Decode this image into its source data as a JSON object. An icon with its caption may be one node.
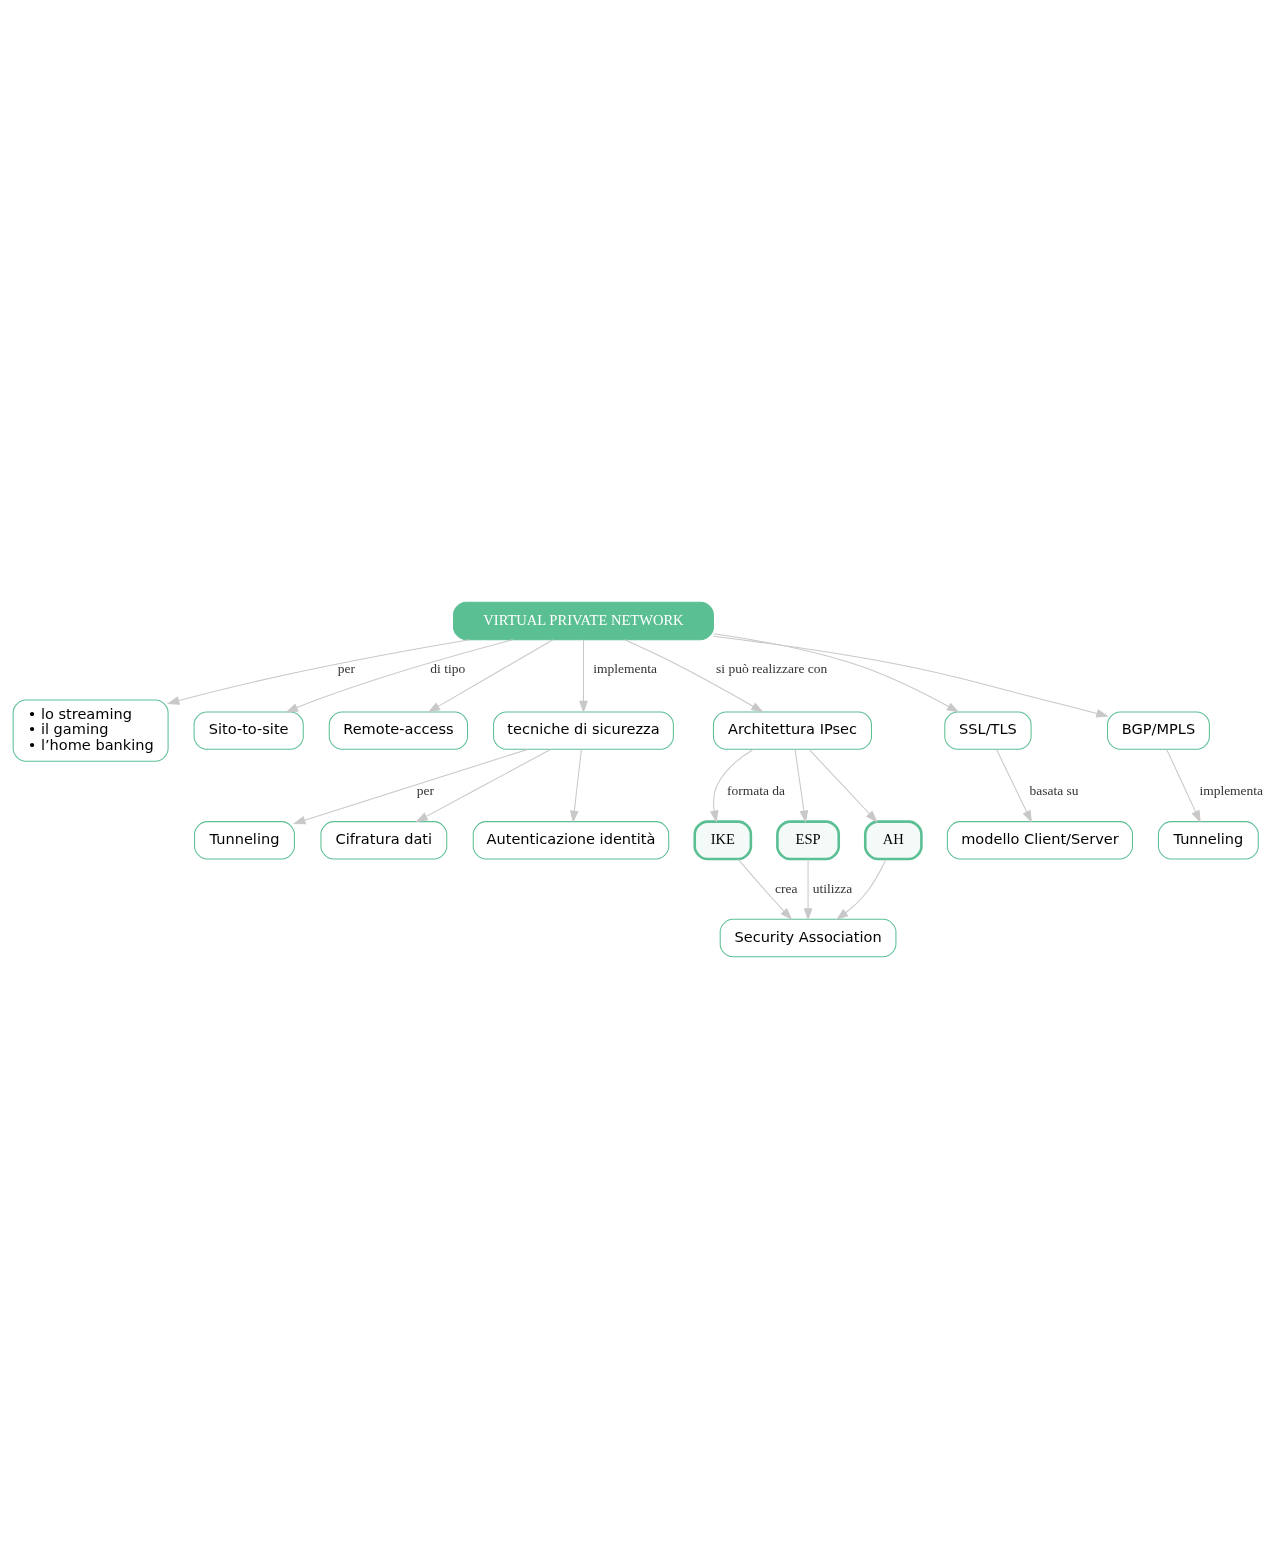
{
  "diagram": {
    "nodes": [
      {
        "text": [
          "VIRTUAL PRIVATE NETWORK"
        ]
      },
      {
        "text": [
          "• lo streaming",
          "• il gaming",
          "• l’home banking"
        ]
      },
      {
        "text": [
          "Sito-to-site"
        ]
      },
      {
        "text": [
          "Remote-access"
        ]
      },
      {
        "text": [
          "tecniche di sicurezza"
        ]
      },
      {
        "text": [
          "Tunneling"
        ]
      },
      {
        "text": [
          "Cifratura dati"
        ]
      },
      {
        "text": [
          "Autenticazione identità"
        ]
      },
      {
        "text": [
          "Architettura IPsec"
        ]
      },
      {
        "text": [
          "SSL/TLS"
        ]
      },
      {
        "text": [
          "BGP/MPLS"
        ]
      },
      {
        "text": [
          "IKE"
        ]
      },
      {
        "text": [
          "ESP"
        ]
      },
      {
        "text": [
          "AH"
        ]
      },
      {
        "text": [
          "modello Client/Server"
        ]
      },
      {
        "text": [
          "Security Association"
        ]
      },
      {
        "text": [
          "Tunneling"
        ]
      }
    ],
    "edges": [
      {
        "from": 0,
        "to": 1,
        "arrow": "to",
        "label": "per"
      },
      {
        "from": 0,
        "to": 2,
        "arrow": "to",
        "label": "di tipo"
      },
      {
        "from": 0,
        "to": 3,
        "arrow": "to"
      },
      {
        "from": 0,
        "to": 4,
        "arrow": "to",
        "label": "implementa"
      },
      {
        "from": 4,
        "to": 5,
        "arrow": "to",
        "label": "per"
      },
      {
        "from": 4,
        "to": 6,
        "arrow": "to"
      },
      {
        "from": 4,
        "to": 7,
        "arrow": "to"
      },
      {
        "from": 0,
        "to": 8,
        "arrow": "to",
        "label": "si può realizzare con"
      },
      {
        "from": 0,
        "to": 9,
        "arrow": "to"
      },
      {
        "from": 0,
        "to": 10,
        "arrow": "to"
      },
      {
        "from": 8,
        "to": 11,
        "arrow": "to",
        "label": "formata da"
      },
      {
        "from": 8,
        "to": 12,
        "arrow": "to"
      },
      {
        "from": 8,
        "to": 13,
        "arrow": "to"
      },
      {
        "from": 9,
        "to": 14,
        "arrow": "to",
        "label": "basata su"
      },
      {
        "from": 10,
        "to": 16,
        "arrow": "to",
        "label": "implementa"
      },
      {
        "from": 11,
        "to": 15,
        "arrow": "to",
        "label": "crea"
      },
      {
        "from": 12,
        "to": 15,
        "arrow": "to",
        "label": "utilizza"
      },
      {
        "from": 13,
        "to": 15,
        "arrow": "to"
      }
    ]
  }
}
